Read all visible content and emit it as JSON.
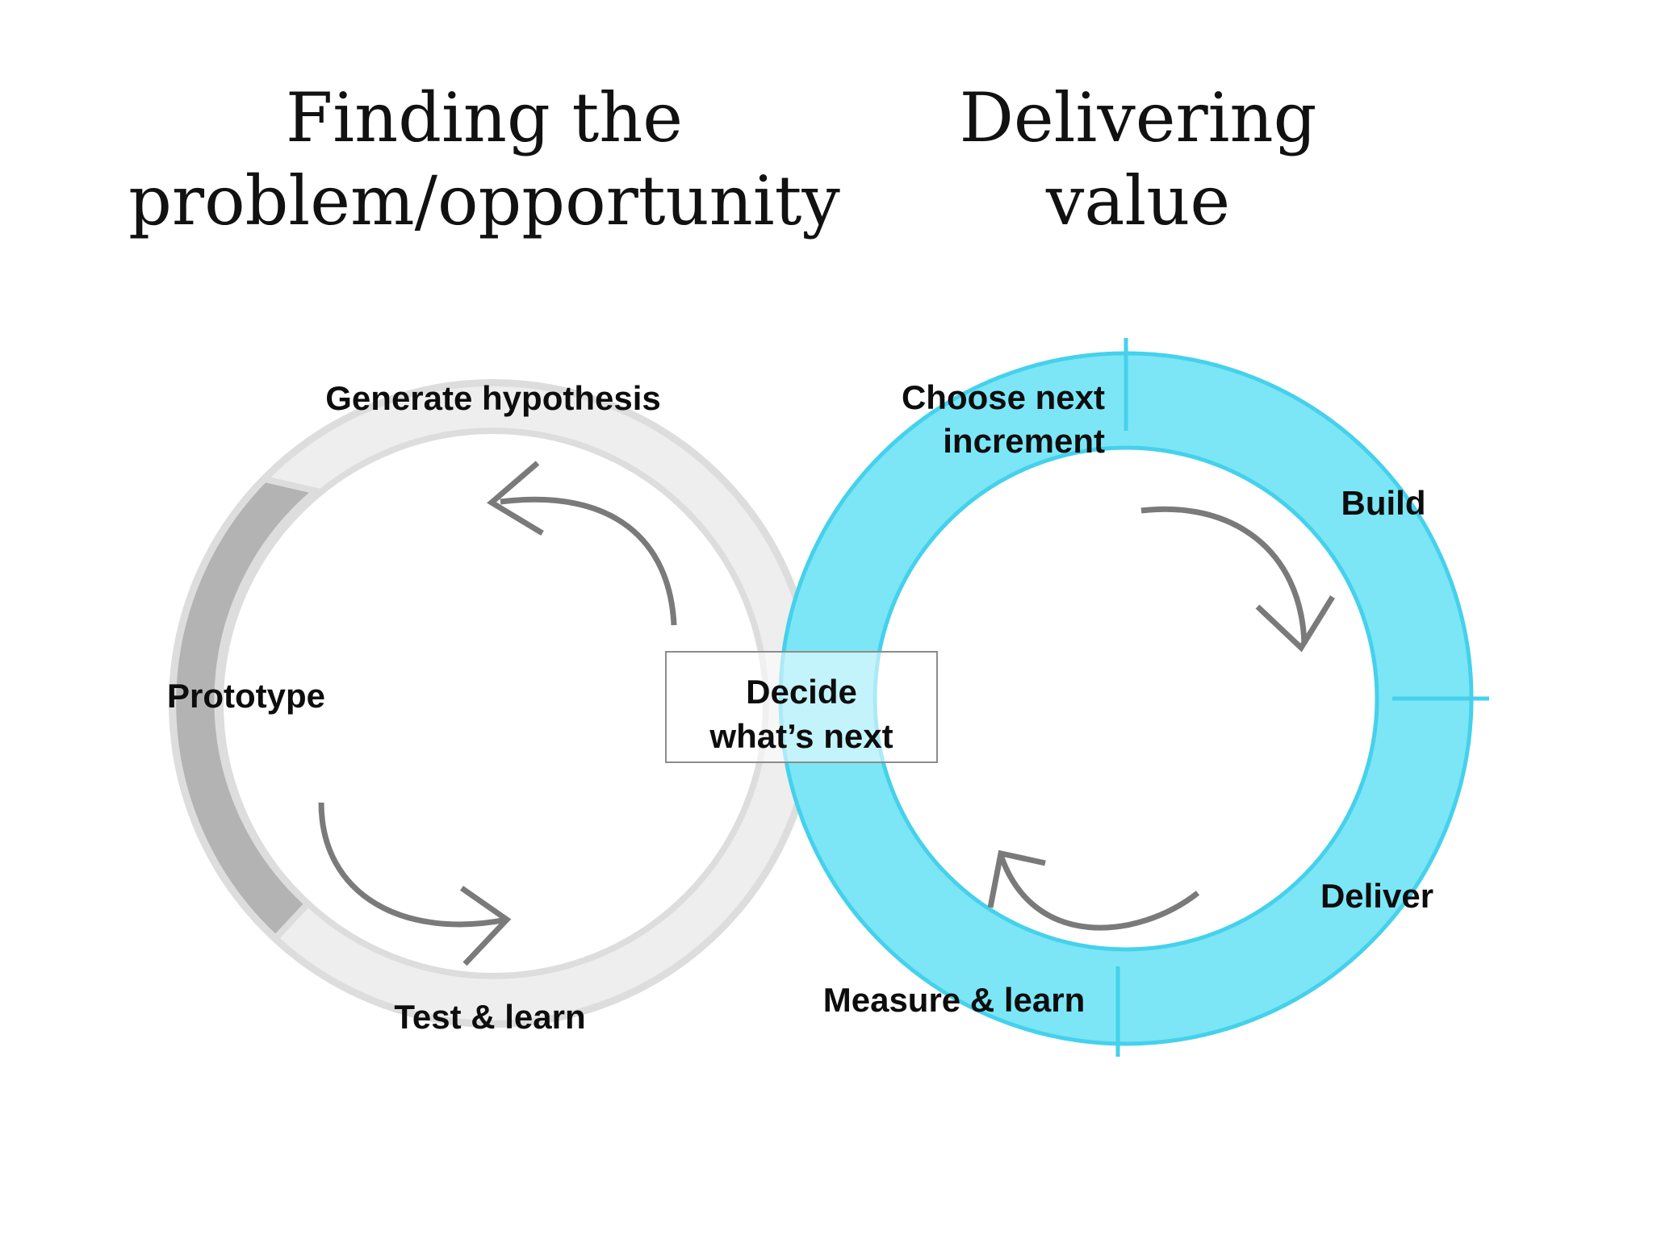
{
  "titles": {
    "left": [
      "Finding the",
      "problem/opportunity"
    ],
    "right": [
      "Delivering",
      "value"
    ]
  },
  "left_cycle": {
    "stages": [
      "Generate hypothesis",
      "Prototype",
      "Test & learn"
    ],
    "colors": {
      "band": "#eeeeee",
      "active_band": "#b3b3b3",
      "outline": "#dddddd"
    }
  },
  "right_cycle": {
    "stages": [
      "Choose next increment",
      "Build",
      "Deliver",
      "Measure & learn"
    ],
    "choose_lines": [
      "Choose next",
      "increment"
    ],
    "colors": {
      "band": "#7ce6f6",
      "outline": "#45d1ec"
    }
  },
  "center_box": {
    "lines": [
      "Decide",
      "what’s next"
    ]
  },
  "arrow_color": "#7a7a7a"
}
